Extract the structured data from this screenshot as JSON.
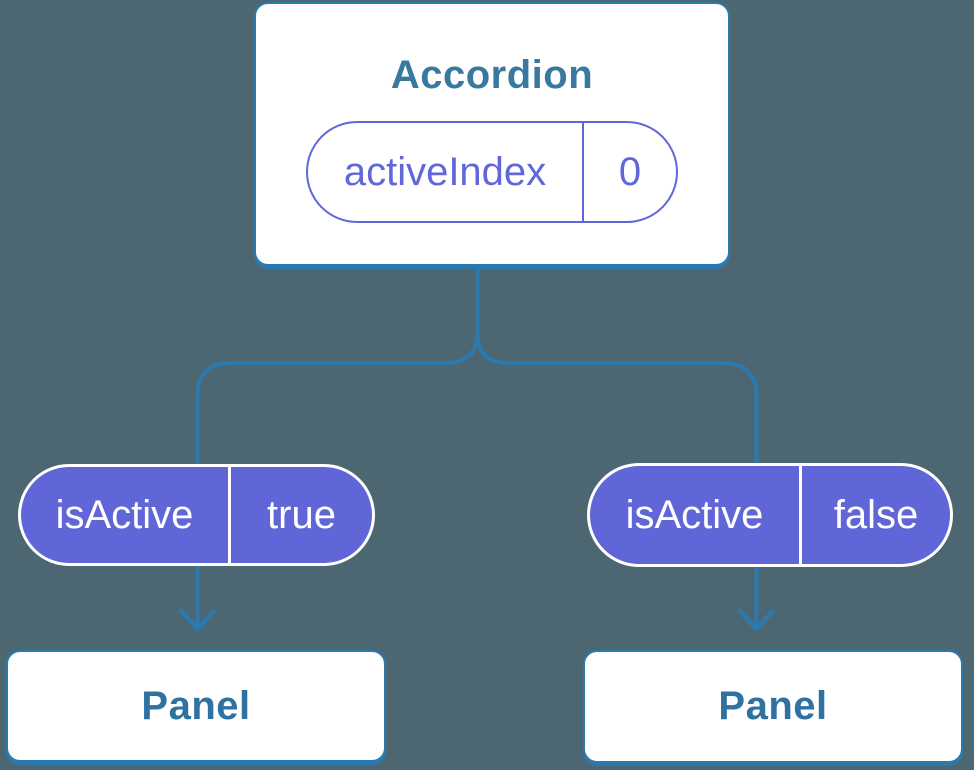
{
  "diagram": {
    "description": "Component tree showing state lifted to parent and passed down as props",
    "root": {
      "title": "Accordion",
      "state": {
        "name": "activeIndex",
        "value": "0"
      }
    },
    "children": [
      {
        "prop": {
          "name": "isActive",
          "value": "true"
        },
        "node": {
          "title": "Panel"
        }
      },
      {
        "prop": {
          "name": "isActive",
          "value": "false"
        },
        "node": {
          "title": "Panel"
        }
      }
    ]
  },
  "colors": {
    "background": "#4D6772",
    "connector_line": "#2B7AAF",
    "card_background": "#FFFFFF",
    "card_border": "#2B7AAF",
    "heading_text": "#39789F",
    "panel_text": "#2F71A1",
    "state_pill_accent": "#6166DA",
    "prop_pill_fill": "#6065D8",
    "prop_pill_text": "#FFFFFF"
  },
  "icons": {
    "arrow_down": "arrow-down-icon"
  }
}
